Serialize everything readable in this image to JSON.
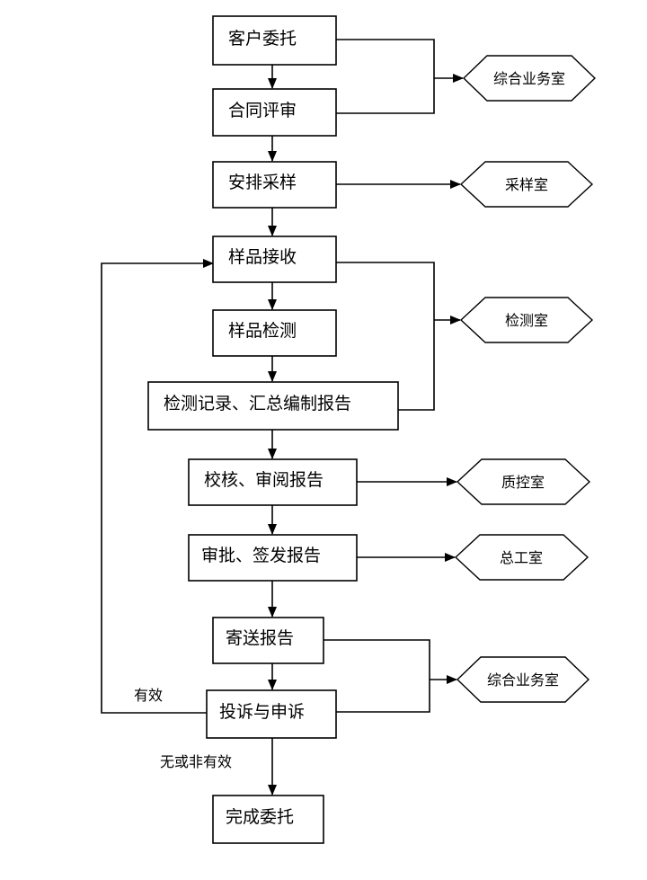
{
  "steps": {
    "s1": "客户委托",
    "s2": "合同评审",
    "s3": "安排采样",
    "s4": "样品接收",
    "s5": "样品检测",
    "s6": "检测记录、汇总编制报告",
    "s7": "校核、审阅报告",
    "s8": "审批、签发报告",
    "s9": "寄送报告",
    "s10": "投诉与申诉",
    "s11": "完成委托"
  },
  "departments": {
    "d1": "综合业务室",
    "d2": "采样室",
    "d3": "检测室",
    "d4": "质控室",
    "d5": "总工室",
    "d6": "综合业务室"
  },
  "labels": {
    "valid": "有效",
    "invalid": "无或非有效"
  }
}
